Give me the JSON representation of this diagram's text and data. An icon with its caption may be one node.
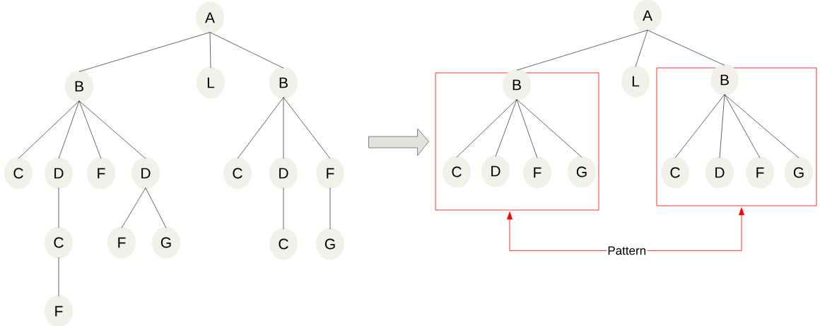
{
  "diagram": {
    "nodes": [
      {
        "text": [
          "A"
        ]
      },
      {
        "text": [
          "B"
        ]
      },
      {
        "text": [
          "L"
        ]
      },
      {
        "text": [
          "B"
        ]
      },
      {
        "text": [
          "C"
        ]
      },
      {
        "text": [
          "D"
        ]
      },
      {
        "text": [
          "F"
        ]
      },
      {
        "text": [
          "D"
        ]
      },
      {
        "text": [
          "C"
        ]
      },
      {
        "text": [
          "F"
        ]
      },
      {
        "text": [
          "G"
        ]
      },
      {
        "text": [
          "C"
        ]
      },
      {
        "text": [
          "D"
        ]
      },
      {
        "text": [
          "F"
        ]
      },
      {
        "text": [
          "C"
        ]
      },
      {
        "text": [
          "G"
        ]
      },
      {
        "text": [
          "F"
        ]
      },
      {
        "text": [
          "A"
        ]
      },
      {
        "text": [],
        "shape": "box"
      },
      {
        "text": [
          "B"
        ],
        "in": 18
      },
      {
        "text": [
          "C"
        ],
        "in": 18
      },
      {
        "text": [
          "D"
        ],
        "in": 18
      },
      {
        "text": [
          "F"
        ],
        "in": 18
      },
      {
        "text": [
          "G"
        ],
        "in": 18
      },
      {
        "text": [
          "L"
        ]
      },
      {
        "text": [],
        "shape": "box"
      },
      {
        "text": [
          "B"
        ],
        "in": 25
      },
      {
        "text": [
          "C"
        ],
        "in": 25
      },
      {
        "text": [
          "D"
        ],
        "in": 25
      },
      {
        "text": [
          "F"
        ],
        "in": 25
      },
      {
        "text": [
          "G"
        ],
        "in": 25
      }
    ],
    "edges": [
      {
        "from": 0,
        "to": 1,
        "arrow": "none"
      },
      {
        "from": 0,
        "to": 2,
        "arrow": "none"
      },
      {
        "from": 0,
        "to": 3,
        "arrow": "none"
      },
      {
        "from": 1,
        "to": 4,
        "arrow": "none"
      },
      {
        "from": 1,
        "to": 5,
        "arrow": "none"
      },
      {
        "from": 1,
        "to": 6,
        "arrow": "none"
      },
      {
        "from": 1,
        "to": 7,
        "arrow": "none"
      },
      {
        "from": 5,
        "to": 8,
        "arrow": "none"
      },
      {
        "from": 8,
        "to": 16,
        "arrow": "none"
      },
      {
        "from": 7,
        "to": 9,
        "arrow": "none"
      },
      {
        "from": 7,
        "to": 10,
        "arrow": "none"
      },
      {
        "from": 3,
        "to": 11,
        "arrow": "none"
      },
      {
        "from": 3,
        "to": 12,
        "arrow": "none"
      },
      {
        "from": 3,
        "to": 13,
        "arrow": "none"
      },
      {
        "from": 12,
        "to": 14,
        "arrow": "none"
      },
      {
        "from": 13,
        "to": 15,
        "arrow": "none"
      },
      {
        "from": null,
        "to": 18,
        "arrow": "to",
        "style": "thick"
      },
      {
        "from": 17,
        "to": 19,
        "arrow": "none"
      },
      {
        "from": 17,
        "to": 24,
        "arrow": "none"
      },
      {
        "from": 17,
        "to": 26,
        "arrow": "none"
      },
      {
        "from": 19,
        "to": 20,
        "arrow": "none"
      },
      {
        "from": 19,
        "to": 21,
        "arrow": "none"
      },
      {
        "from": 19,
        "to": 22,
        "arrow": "none"
      },
      {
        "from": 19,
        "to": 23,
        "arrow": "none"
      },
      {
        "from": 26,
        "to": 27,
        "arrow": "none"
      },
      {
        "from": 26,
        "to": 28,
        "arrow": "none"
      },
      {
        "from": 26,
        "to": 29,
        "arrow": "none"
      },
      {
        "from": 26,
        "to": 30,
        "arrow": "none"
      },
      {
        "from": 18,
        "to": 25,
        "arrow": "both",
        "label": "Pattern",
        "color": "#ff0000"
      }
    ]
  }
}
